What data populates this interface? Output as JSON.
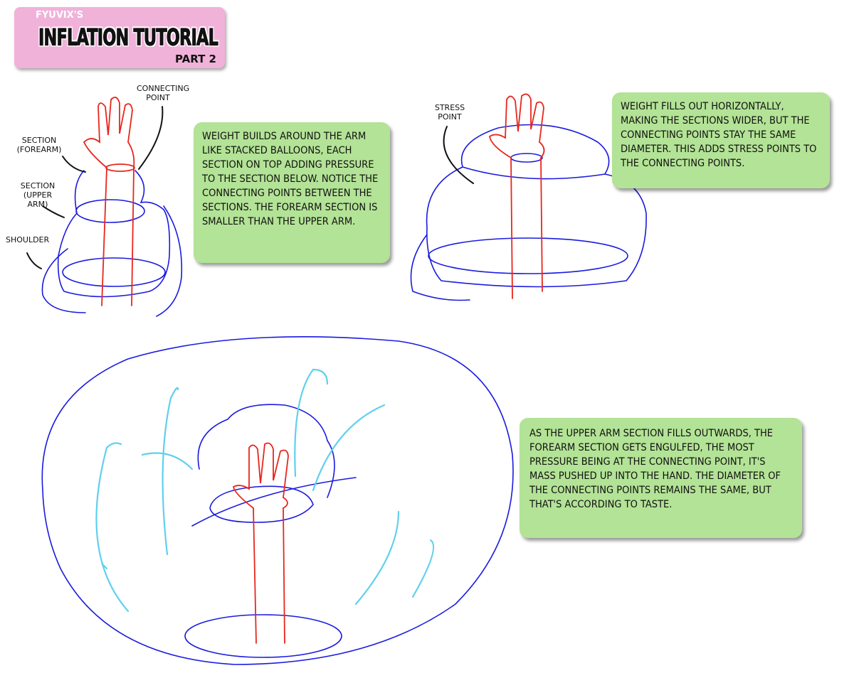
{
  "banner": {
    "subtitle": "FYUVIX'S",
    "title": "INFLATION TUTORIAL",
    "part": "PART 2"
  },
  "notes": [
    "Weight builds around the arm like stacked balloons, each section on top adding pressure to the section below. Notice the connecting points between the sections. The forearm section is smaller than the upper arm.",
    "Weight fills out horizontally, making the sections wider, but the connecting points stay the same diameter. This adds stress points to the connecting points.",
    "As the upper arm section fills outwards, the forearm section gets engulfed, the most pressure being at the connecting point, it's mass pushed up into the hand. The diameter of the connecting points remains the same, but that's according to taste."
  ],
  "labels": {
    "connecting_point": "Connecting point",
    "section_forearm": "Section (forearm)",
    "section_upper_arm": "Section (upper arm)",
    "shoulder": "Shoulder",
    "stress_point": "Stress point"
  },
  "colors": {
    "banner": "#f0b2d9",
    "note": "#b3e396",
    "outline": "#1a1adf",
    "arm": "#e8261c",
    "arrows": "#5fd0ee"
  }
}
